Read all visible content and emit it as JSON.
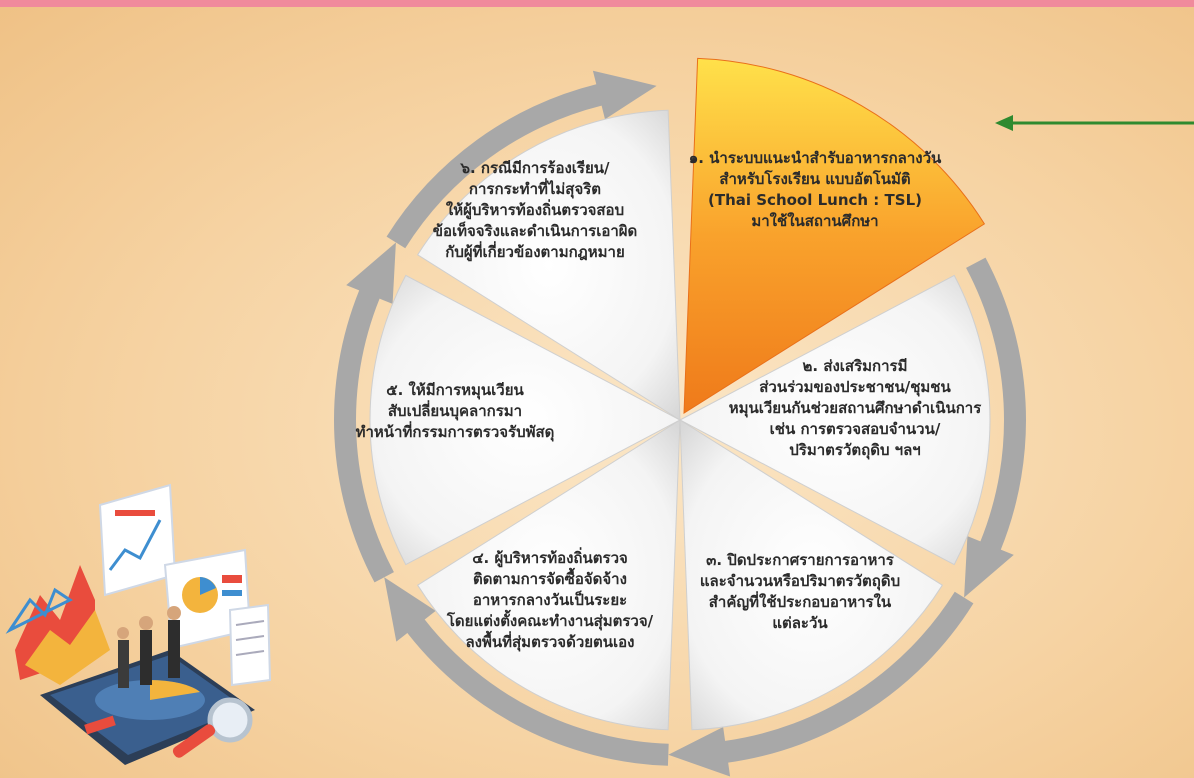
{
  "diagram": {
    "segments": [
      {
        "id": "s1",
        "text": "๑. นำระบบแนะนำสำรับอาหารกลางวัน\nสำหรับโรงเรียน แบบอัตโนมัติ\n(Thai School Lunch : TSL)\nมาใช้ในสถานศึกษา",
        "highlight": true
      },
      {
        "id": "s2",
        "text": "๒. ส่งเสริมการมี\nส่วนร่วมของประชาชน/ชุมชน\nหมุนเวียนกันช่วยสถานศึกษาดำเนินการ\nเช่น การตรวจสอบจำนวน/\nปริมาตรวัตถุดิบ ฯลฯ",
        "highlight": false
      },
      {
        "id": "s3",
        "text": "๓. ปิดประกาศรายการอาหาร\nและจำนวนหรือปริมาตรวัตถุดิบ\nสำคัญที่ใช้ประกอบอาหารใน\nแต่ละวัน",
        "highlight": false
      },
      {
        "id": "s4",
        "text": "๔. ผู้บริหารท้องถิ่นตรวจ\nติดตามการจัดซื้อจัดจ้าง\nอาหารกลางวันเป็นระยะ\nโดยแต่งตั้งคณะทำงานสุ่มตรวจ/\nลงพื้นที่สุ่มตรวจด้วยตนเอง",
        "highlight": false
      },
      {
        "id": "s5",
        "text": "๕. ให้มีการหมุนเวียน\nสับเปลี่ยนบุคลากรมา\nทำหน้าที่กรรมการตรวจรับพัสดุ",
        "highlight": false
      },
      {
        "id": "s6",
        "text": "๖. กรณีมีการร้องเรียน/\nการกระทำที่ไม่สุจริต\nให้ผู้บริหารท้องถิ่นตรวจสอบ\nข้อเท็จจริงและดำเนินการเอาผิด\nกับผู้ที่เกี่ยวข้องตามกฎหมาย",
        "highlight": false
      }
    ],
    "colors": {
      "highlight_light": "#ffe14a",
      "highlight_dark": "#ef7a1a",
      "segment_light": "#ffffff",
      "segment_dark": "#d9d9d9",
      "arrow": "#a8a8a8",
      "pointer": "#2f8a2f",
      "top_bar": "#f08a9c"
    },
    "pointer_target": "s1"
  },
  "illustration": "business-analytics-illustration"
}
